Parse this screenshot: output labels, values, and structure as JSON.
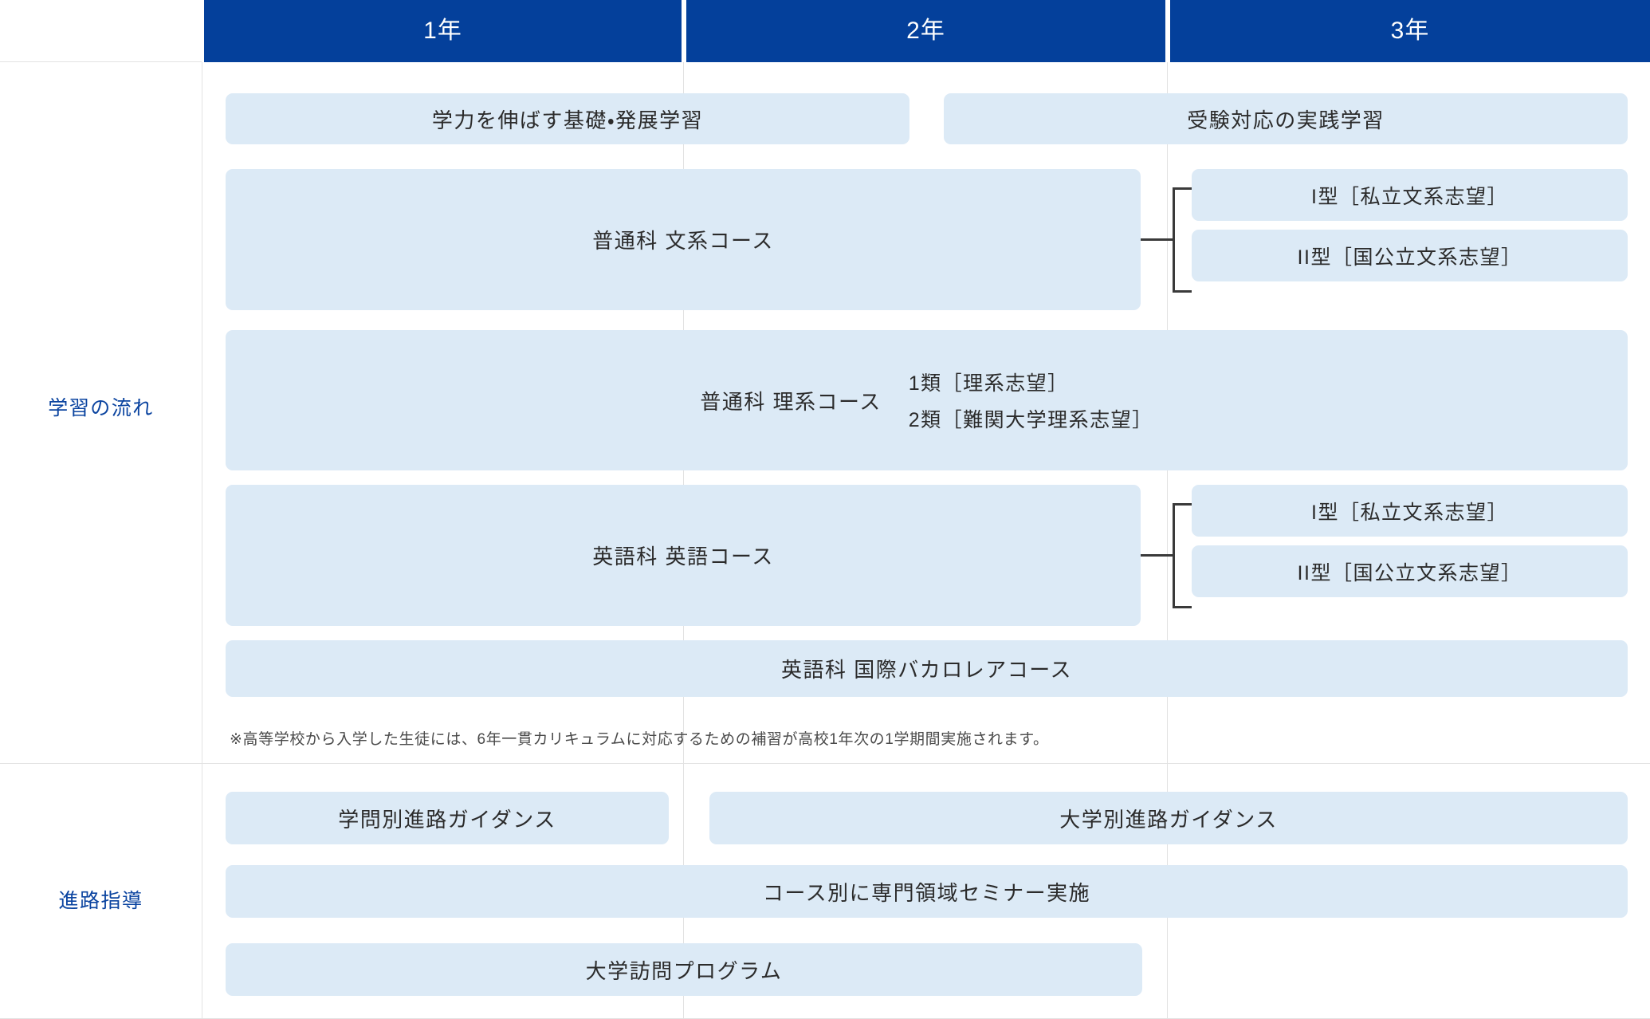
{
  "colors": {
    "header_blue": "#04409b",
    "box_fill": "#dceaf6",
    "label_blue": "#0b44a0",
    "grid_line": "#e2e2e2",
    "connector": "#3a3a3a",
    "text": "#2b2b2b"
  },
  "header": {
    "columns": [
      {
        "label": "1年"
      },
      {
        "label": "2年"
      },
      {
        "label": "3年"
      }
    ]
  },
  "sections": [
    {
      "label": "学習の流れ",
      "rows": [
        {
          "name": "study-row-1",
          "boxes": [
            {
              "text": "学力を伸ばす基礎・発展学習"
            },
            {
              "text": "受験対応の実践学習"
            }
          ]
        },
        {
          "name": "study-row-liberal-arts",
          "boxes": [
            {
              "text": "普通科 文系コース"
            },
            {
              "text": "I型［私立文系志望］"
            },
            {
              "text": "II型［国公立文系志望］"
            }
          ]
        },
        {
          "name": "study-row-science",
          "boxes": [
            {
              "text": "普通科 理系コース",
              "sub": [
                "1類［理系志望］",
                "2類［難関大学理系志望］"
              ]
            }
          ]
        },
        {
          "name": "study-row-english",
          "boxes": [
            {
              "text": "英語科 英語コース"
            },
            {
              "text": "I型［私立文系志望］"
            },
            {
              "text": "II型［国公立文系志望］"
            }
          ]
        },
        {
          "name": "study-row-ib",
          "boxes": [
            {
              "text": "英語科 国際バカロレアコース"
            }
          ]
        }
      ],
      "footnote": "※高等学校から入学した生徒には、6年一貫カリキュラムに対応するための補習が高校1年次の1学期間実施されます。"
    },
    {
      "label": "進路指導",
      "rows": [
        {
          "name": "career-row-1",
          "boxes": [
            {
              "text": "学問別進路ガイダンス"
            },
            {
              "text": "大学別進路ガイダンス"
            }
          ]
        },
        {
          "name": "career-row-2",
          "boxes": [
            {
              "text": "コース別に専門領域セミナー実施"
            }
          ]
        },
        {
          "name": "career-row-3",
          "boxes": [
            {
              "text": "大学訪問プログラム"
            }
          ]
        }
      ]
    }
  ]
}
